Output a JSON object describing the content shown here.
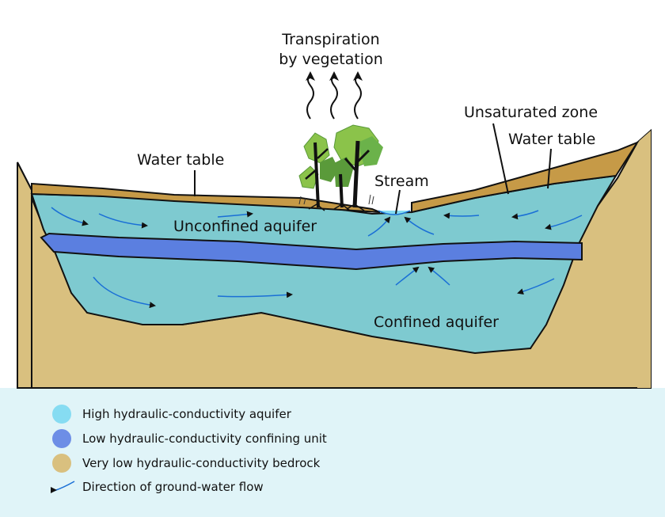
{
  "labels": {
    "transpiration_line1": "Transpiration",
    "transpiration_line2": "by vegetation",
    "unsaturated_zone": "Unsaturated zone",
    "water_table_right": "Water table",
    "water_table_left": "Water table",
    "stream": "Stream",
    "unconfined_aquifer": "Unconfined aquifer",
    "confined_aquifer": "Confined aquifer"
  },
  "legend": {
    "items": [
      {
        "label": "High hydraulic-conductivity aquifer",
        "color": "#86dcf2"
      },
      {
        "label": "Low hydraulic-conductivity confining unit",
        "color": "#6d8ee6"
      },
      {
        "label": "Very low hydraulic-conductivity bedrock",
        "color": "#d9c07f"
      },
      {
        "label": "Direction of ground-water flow",
        "color": "#1a6fd6"
      }
    ]
  },
  "colors": {
    "background": "#ffffff",
    "bedrock": "#d9c07f",
    "unsaturated": "#c69a47",
    "aquifer": "#7ecad0",
    "confining": "#5b7fe0",
    "flow_arrow": "#1a6fd6",
    "tree_light": "#8bc34a",
    "tree_dark": "#5a9a3a",
    "legend_bg": "#e0f4f8"
  }
}
